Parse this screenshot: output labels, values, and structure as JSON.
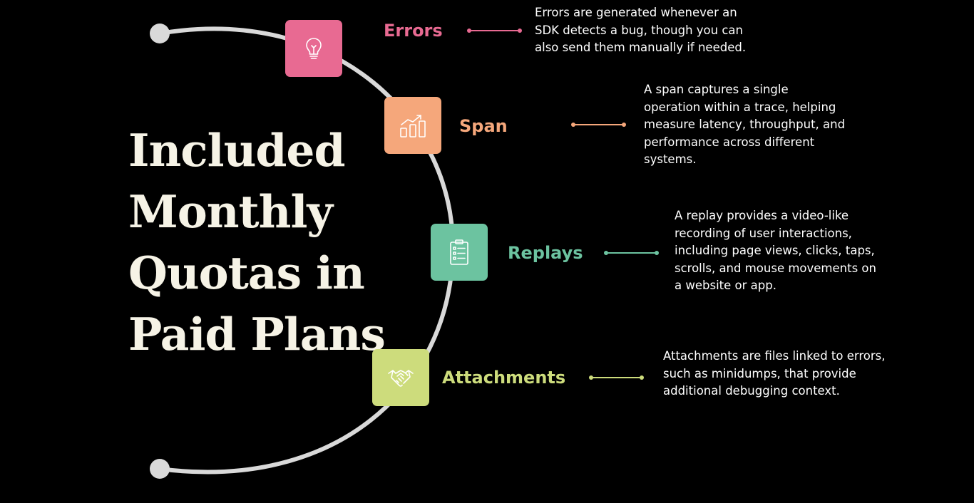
{
  "title_lines": [
    "Included",
    "Monthly",
    "Quotas in",
    "Paid Plans"
  ],
  "items": [
    {
      "label": "Errors",
      "color": "#e86a92",
      "icon": "lightbulb-icon",
      "description_lines": [
        "Errors are generated whenever an",
        "SDK detects a bug, though you can",
        "also send them manually if needed."
      ]
    },
    {
      "label": "Span",
      "color": "#f5a77b",
      "icon": "growth-chart-icon",
      "description_lines": [
        "A span captures a single",
        "operation within a trace, helping",
        "measure latency, throughput, and",
        "performance across different",
        "systems."
      ]
    },
    {
      "label": "Replays",
      "color": "#6cc3a0",
      "icon": "clipboard-list-icon",
      "description_lines": [
        "A replay provides a video-like",
        "recording of user interactions,",
        "including page views, clicks, taps,",
        "scrolls, and mouse movements on",
        "a website or app."
      ]
    },
    {
      "label": "Attachments",
      "color": "#cddc7c",
      "icon": "handshake-icon",
      "description_lines": [
        "Attachments are files linked to errors,",
        "such as minidumps, that provide",
        "additional debugging context."
      ]
    }
  ]
}
